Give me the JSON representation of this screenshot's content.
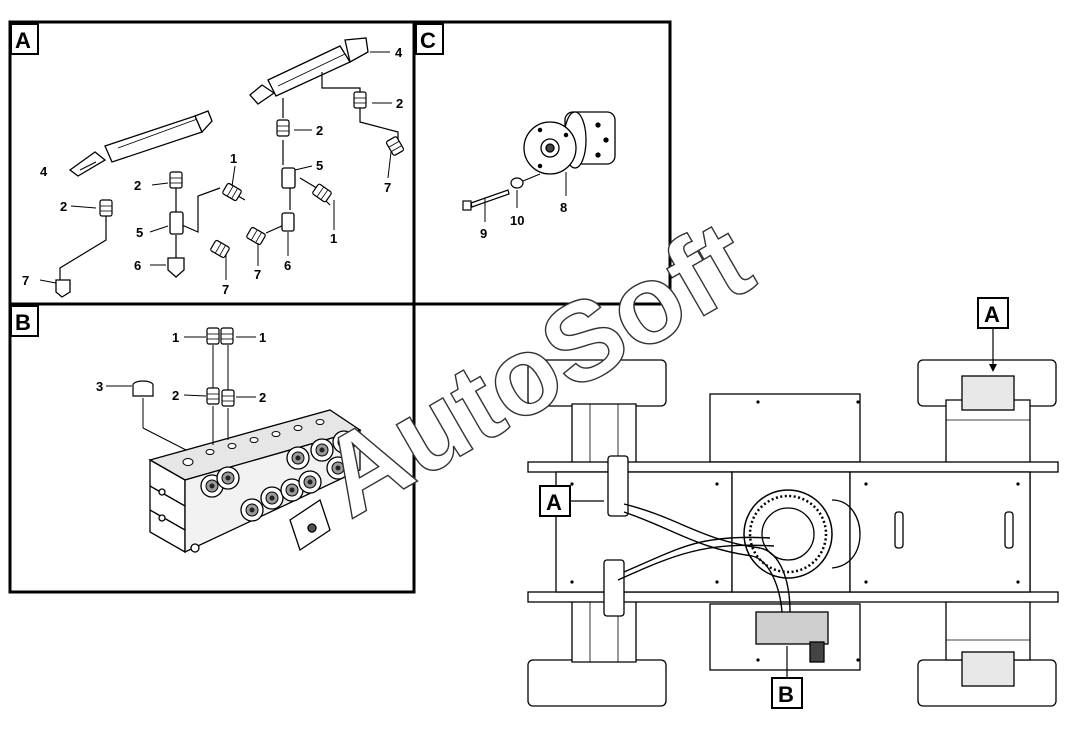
{
  "watermark": "AutoSoft",
  "panels": {
    "A": {
      "tag": "A",
      "labels": {
        "l4a": "4",
        "l4b": "4",
        "l2a": "2",
        "l2b": "2",
        "l2c": "2",
        "l2d": "2",
        "l1a": "1",
        "l1b": "1",
        "l5a": "5",
        "l5b": "5",
        "l6a": "6",
        "l6b": "6",
        "l7a": "7",
        "l7b": "7",
        "l7c": "7",
        "l7d": "7"
      }
    },
    "B": {
      "tag": "B",
      "labels": {
        "l1a": "1",
        "l1b": "1",
        "l2a": "2",
        "l2b": "2",
        "l3": "3"
      }
    },
    "C": {
      "tag": "C",
      "labels": {
        "l8": "8",
        "l9": "9",
        "l10": "10"
      }
    }
  },
  "overview": {
    "tagA1": "A",
    "tagA2": "A",
    "tagB": "B"
  },
  "colors": {
    "line": "#000000",
    "fill": "#ffffff",
    "shade": "#cfcfcf",
    "dark": "#222222"
  }
}
